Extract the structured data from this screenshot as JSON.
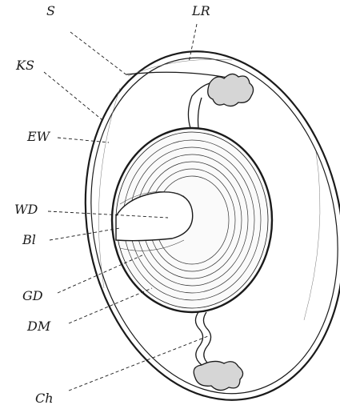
{
  "labels": {
    "s": "S",
    "lr": "LR",
    "ks": "KS",
    "ew": "EW",
    "wd": "WD",
    "bl": "Bl",
    "gd": "GD",
    "dm": "DM",
    "ch": "Ch"
  },
  "colors": {
    "ink": "#1a1a1a",
    "paper": "#ffffff"
  }
}
